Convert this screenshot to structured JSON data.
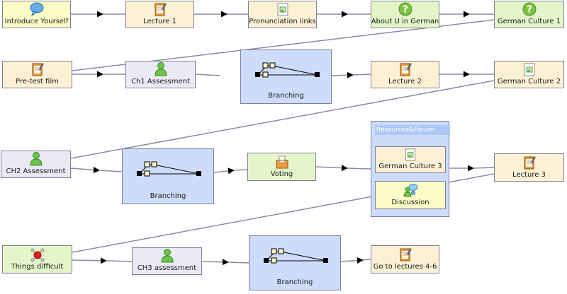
{
  "nodes": {
    "introduce_yourself": "Introduce Yourself",
    "lecture_1": "Lecture 1",
    "pronunciation_links": "Pronunciation links",
    "about_u": "About U in German",
    "german_culture_1": "German Culture 1",
    "pre_test_film": "Pre-test film",
    "ch1_assessment": "Ch1 Assessment",
    "branching_1": "Branching",
    "lecture_2": "Lecture 2",
    "german_culture_2": "German Culture 2",
    "ch2_assessment": "CH2 Assessment",
    "branching_2": "Branching",
    "voting": "Voting",
    "resources_forum": "Resources&Forum",
    "german_culture_3": "German Culture 3",
    "discussion": "Discussion",
    "lecture_3": "Lecture 3",
    "things_difficult": "Things difficult",
    "ch3_assessment": "CH3 assessment",
    "branching_3": "Branching",
    "go_to_lectures": "Go to lectures 4-6"
  },
  "icons": {
    "speech": "speech-bubble-icon",
    "notepad": "notepad-icon",
    "image": "image-document-icon",
    "question": "question-icon",
    "person": "person-icon",
    "voting": "voting-box-icon",
    "discussion": "discussion-icon",
    "difficult": "molecule-icon",
    "branching": "branching-icon"
  },
  "colors": {
    "yellow": "#fdfdc7",
    "orange": "#fcf1d4",
    "green": "#e4f6c9",
    "lavender": "#ebe9f6",
    "blue": "#ccdcfa",
    "edge": "#8a8aa6"
  }
}
